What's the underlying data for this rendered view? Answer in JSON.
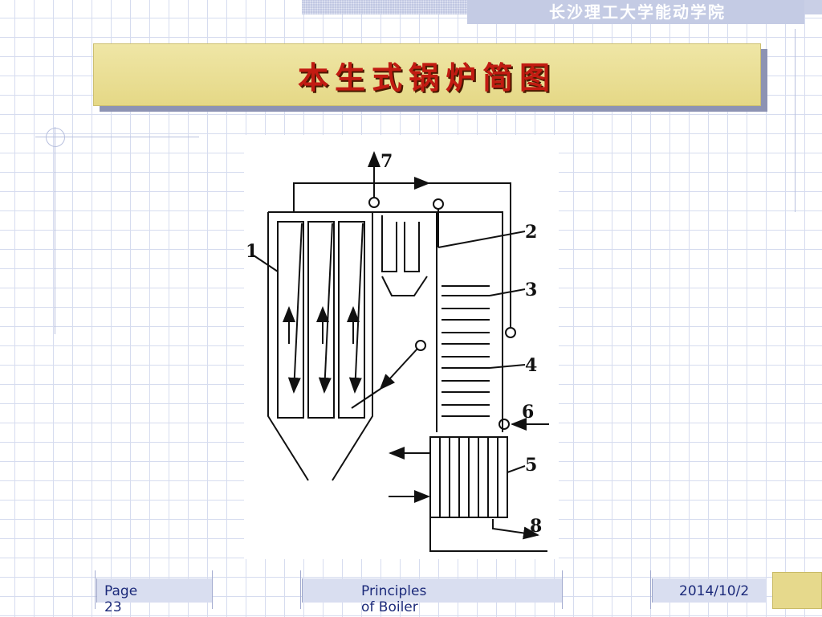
{
  "header": {
    "school": "长沙理工大学能动学院"
  },
  "slide": {
    "title": "本生式锅炉简图"
  },
  "diagram": {
    "labels": [
      "1",
      "2",
      "3",
      "4",
      "5",
      "6",
      "7",
      "8"
    ]
  },
  "footer": {
    "page": "Page 23",
    "course": "Principles of Boiler",
    "date": "2014/10/2"
  }
}
